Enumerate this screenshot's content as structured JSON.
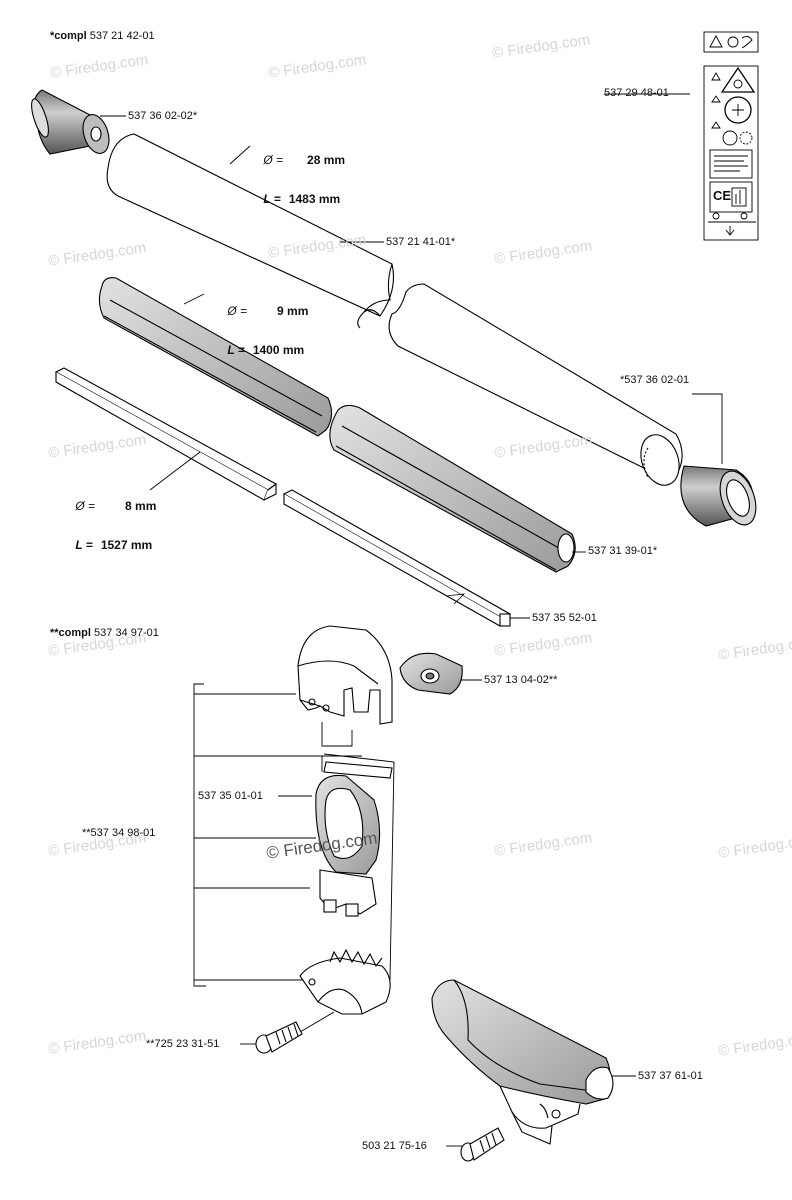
{
  "groups": {
    "compl_1_prefix": "*compl",
    "compl_1_number": "537 21 42-01",
    "compl_2_prefix": "**compl",
    "compl_2_number": "537 34 97-01"
  },
  "parts": {
    "cap_top": "537 36 02-02*",
    "decal": "537 29 48-01",
    "tube": "537 21 41-01*",
    "cap_bottom": "*537 36 02-01",
    "liner": "537 31 39-01*",
    "shaft": "537 35 52-01",
    "clamp_knob": "537 13 04-02**",
    "handle_clamp": "537 35 01-01",
    "handle_assembly": "**537 34 98-01",
    "screw": "**725 23 31-51",
    "guard_clamp": "537 37 61-01",
    "screw_2": "503 21 75-16"
  },
  "dimensions": {
    "tube_d": "28 mm",
    "tube_l": "1483 mm",
    "liner_d": "9 mm",
    "liner_l": "1400 mm",
    "shaft_d": "8 mm",
    "shaft_l": "1527 mm"
  },
  "symbols": {
    "diameter": "Ø =",
    "length": "L ="
  },
  "decal_labels": {
    "ce": "CE"
  },
  "watermark": "© Firedog.com",
  "accent_color": "#000000"
}
